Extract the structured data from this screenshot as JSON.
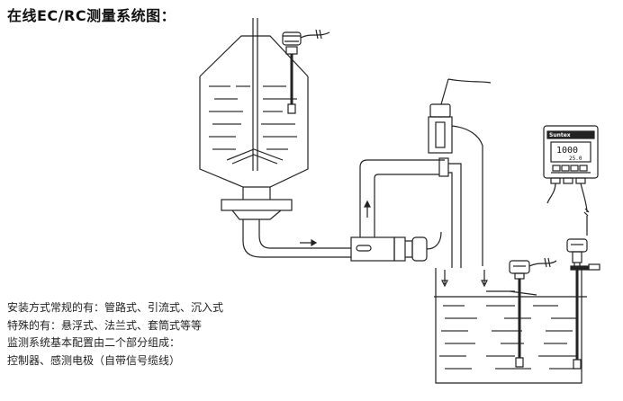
{
  "title": "在线EC/RC测量系统图：",
  "notes": [
    "安装方式常规的有：管路式、引流式、沉入式",
    "特殊的有：悬浮式、法兰式、套筒式等等",
    "监测系统基本配置由二个部分组成：",
    "控制器、感测电极（自带信号缆线）"
  ],
  "controller": {
    "brand": "Suntex",
    "main_reading": "1000",
    "sub_reading": "25.0"
  },
  "colors": {
    "line": "#222222",
    "liquid": "#333333",
    "background": "#ffffff"
  }
}
